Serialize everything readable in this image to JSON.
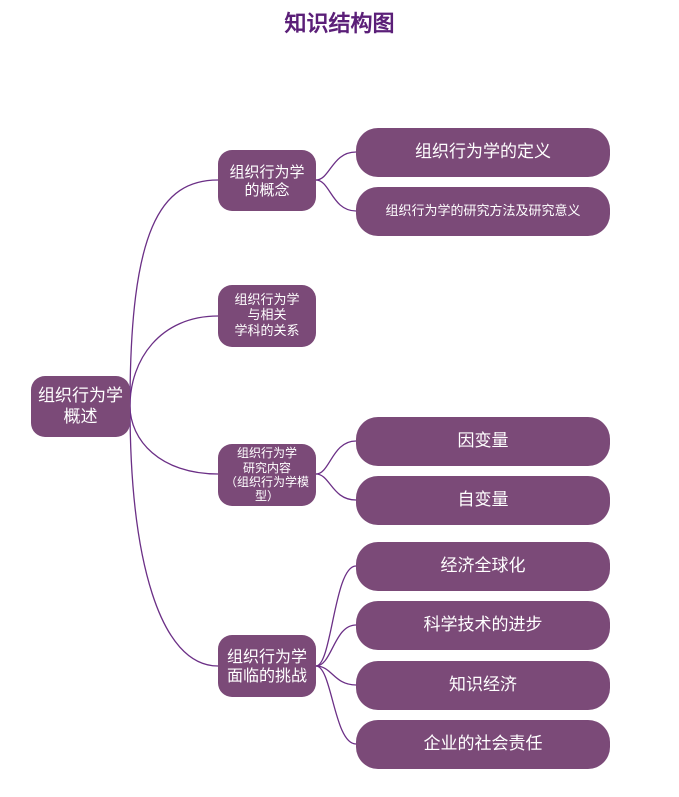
{
  "title": "知识结构图",
  "root": {
    "label": "组织行为学\n概述"
  },
  "branches": [
    {
      "label": "组织行为学\n的概念",
      "children": [
        "组织行为学的定义",
        "组织行为学的研究方法及研究意义"
      ]
    },
    {
      "label": "组织行为学\n与相关\n学科的关系",
      "children": []
    },
    {
      "label": "组织行为学\n研究内容\n（组织行为学模型）",
      "children": [
        "因变量",
        "自变量"
      ]
    },
    {
      "label": "组织行为学\n面临的挑战",
      "children": [
        "经济全球化",
        "科学技术的进步",
        "知识经济",
        "企业的社会责任"
      ]
    }
  ],
  "colors": {
    "node": "#7b4a78",
    "line": "#6b2f86",
    "title": "#5b1f78",
    "text": "#ffffff"
  }
}
